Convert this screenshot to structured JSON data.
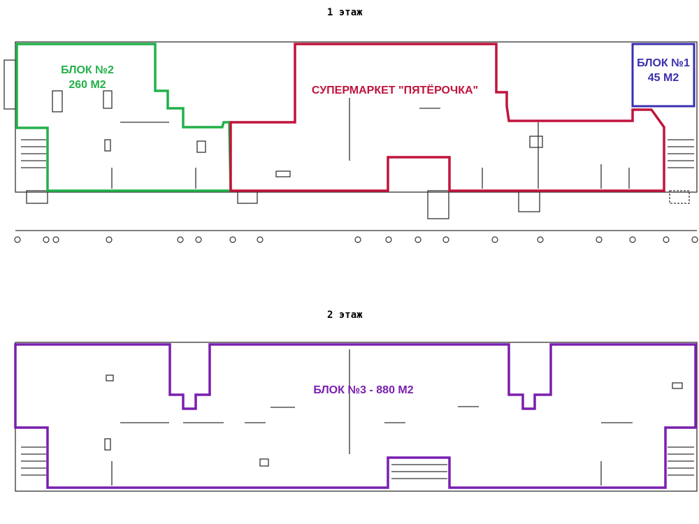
{
  "floors": [
    {
      "title": "1 этаж"
    },
    {
      "title": "2 этаж"
    }
  ],
  "blocks": {
    "block2": {
      "name": "БЛОК №2",
      "area": "260 М2",
      "color": "#22b04a"
    },
    "supermarket": {
      "name": "СУПЕРМАРКЕТ \"ПЯТЁРОЧКА\"",
      "color": "#c0143c"
    },
    "block1": {
      "name": "БЛОК №1",
      "area": "45 М2",
      "color": "#3a2fb0"
    },
    "block3": {
      "name": "БЛОК №3 - 880 М2",
      "color": "#7a1fb0"
    }
  }
}
